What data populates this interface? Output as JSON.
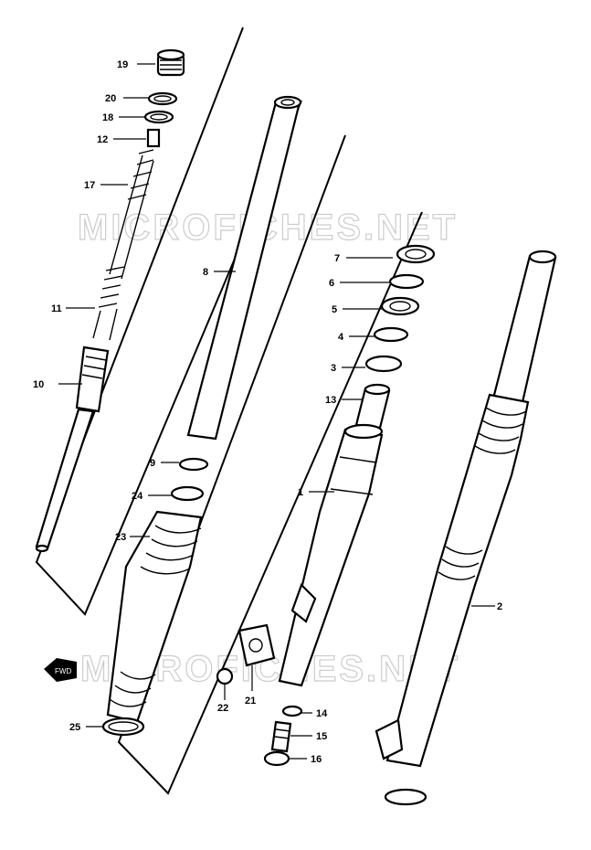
{
  "watermark": {
    "top": "MICROFICHES.NET",
    "bottom": "MICROFICHES.NET"
  },
  "front_marker": "FWD",
  "callouts": {
    "p19": "19",
    "p20": "20",
    "p18": "18",
    "p12": "12",
    "p17": "17",
    "p11": "11",
    "p10": "10",
    "p8": "8",
    "p9": "9",
    "p24": "24",
    "p23": "23",
    "p25": "25",
    "p7": "7",
    "p6": "6",
    "p5": "5",
    "p4": "4",
    "p3": "3",
    "p13": "13",
    "p1": "1",
    "p2": "2",
    "p14": "14",
    "p15": "15",
    "p16": "16",
    "p21": "21",
    "p22": "22"
  }
}
